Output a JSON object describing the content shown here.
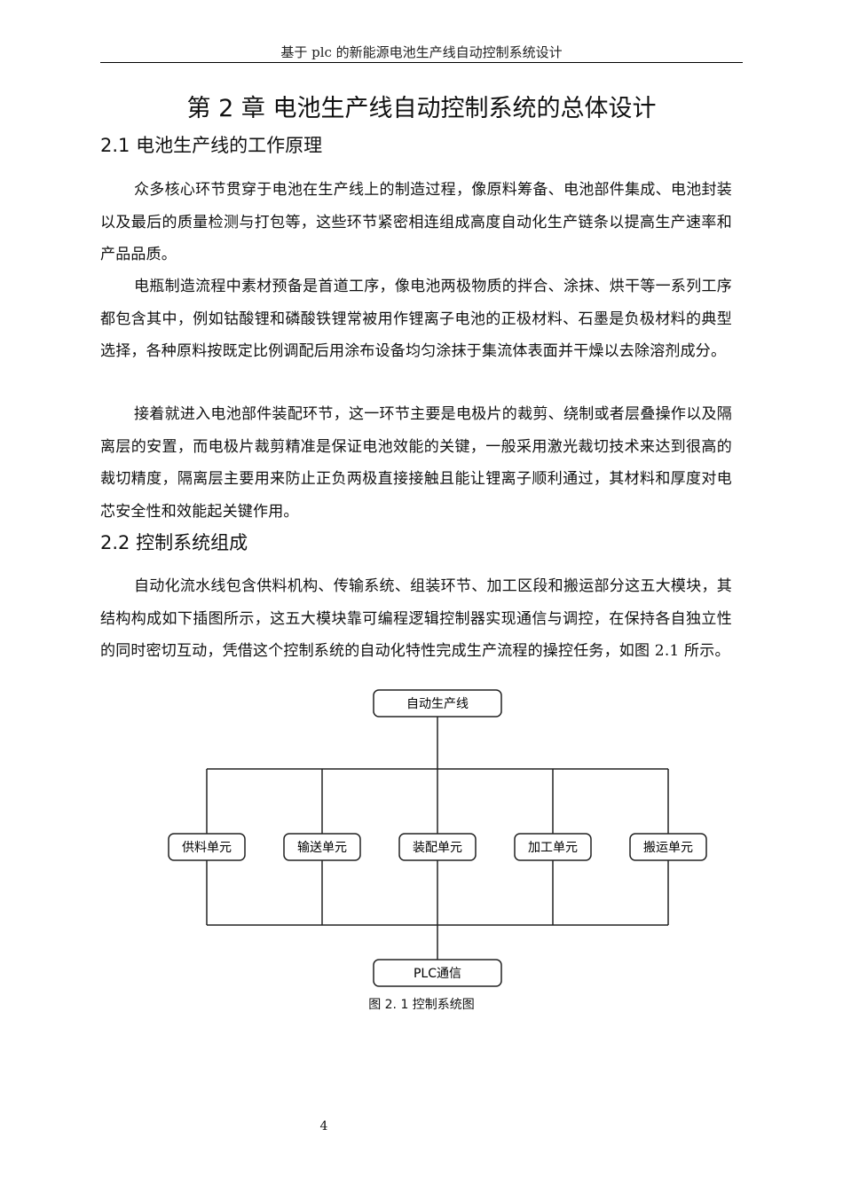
{
  "header": {
    "title": "基于 plc 的新能源电池生产线自动控制系统设计"
  },
  "chapter": {
    "title": "第 2 章  电池生产线自动控制系统的总体设计"
  },
  "section1": {
    "title": "2.1 电池生产线的工作原理",
    "paragraphs": [
      "众多核心环节贯穿于电池在生产线上的制造过程，像原料筹备、电池部件集成、电池封装以及最后的质量检测与打包等，这些环节紧密相连组成高度自动化生产链条以提高生产速率和产品品质。",
      "电瓶制造流程中素材预备是首道工序，像电池两极物质的拌合、涂抹、烘干等一系列工序都包含其中，例如钴酸锂和磷酸铁锂常被用作锂离子电池的正极材料、石墨是负极材料的典型选择，各种原料按既定比例调配后用涂布设备均匀涂抹于集流体表面并干燥以去除溶剂成分。",
      "接着就进入电池部件装配环节，这一环节主要是电极片的裁剪、绕制或者层叠操作以及隔离层的安置，而电极片裁剪精准是保证电池效能的关键，一般采用激光裁切技术来达到很高的裁切精度，隔离层主要用来防止正负两极直接接触且能让锂离子顺利通过，其材料和厚度对电芯安全性和效能起关键作用。"
    ]
  },
  "section2": {
    "title": "2.2 控制系统组成",
    "paragraphs": [
      "自动化流水线包含供料机构、传输系统、组装环节、加工区段和搬运部分这五大模块，其结构构成如下插图所示，这五大模块靠可编程逻辑控制器实现通信与调控，在保持各自独立性的同时密切互动，凭借这个控制系统的自动化特性完成生产流程的操控任务，如图 2.1 所示。"
    ]
  },
  "diagram": {
    "root": "自动生产线",
    "units": [
      "供料单元",
      "输送单元",
      "装配单元",
      "加工单元",
      "搬运单元"
    ],
    "bottom": "PLC通信",
    "caption": "图 2. 1  控制系统图"
  },
  "footer": {
    "page_number": "4"
  }
}
